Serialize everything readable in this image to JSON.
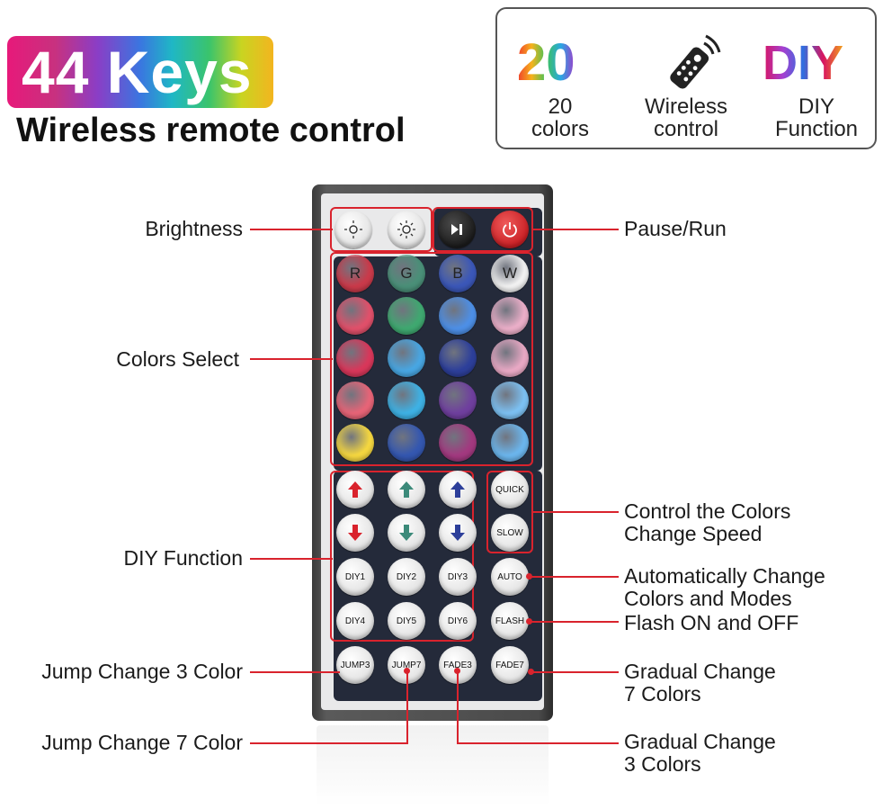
{
  "header": {
    "badge": "44 Keys",
    "subtitle": "Wireless remote control"
  },
  "features": [
    {
      "icon": "20-colors-icon",
      "graphic_text": "20",
      "label_line1": "20",
      "label_line2": "colors"
    },
    {
      "icon": "remote-wireless-icon",
      "label_line1": "Wireless",
      "label_line2": "control"
    },
    {
      "icon": "diy-icon",
      "graphic_text": "DIY",
      "label_line1": "DIY",
      "label_line2": "Function"
    }
  ],
  "callouts": {
    "brightness": "Brightness",
    "colors_select": "Colors Select",
    "diy_function": "DIY Function",
    "jump3": "Jump Change 3 Color",
    "jump7": "Jump Change 7 Color",
    "pause_run": "Pause/Run",
    "speed_line1": "Control the Colors",
    "speed_line2": "Change Speed",
    "auto_line1": "Automatically Change",
    "auto_line2": "Colors and Modes",
    "flash": "Flash ON and OFF",
    "fade7_line1": "Gradual Change",
    "fade7_line2": "7 Colors",
    "fade3_line1": "Gradual Change",
    "fade3_line2": "3 Colors"
  },
  "remote": {
    "color_keys": [
      {
        "label": "R",
        "color": "#c93a4a"
      },
      {
        "label": "G",
        "color": "#4a8f78"
      },
      {
        "label": "B",
        "color": "#3b57b8"
      },
      {
        "label": "W",
        "color": "#f1f1f1"
      },
      {
        "label": "",
        "color": "#e0506a"
      },
      {
        "label": "",
        "color": "#3fa870"
      },
      {
        "label": "",
        "color": "#4d8fe6"
      },
      {
        "label": "",
        "color": "#eaaec8"
      },
      {
        "label": "",
        "color": "#d8375a"
      },
      {
        "label": "",
        "color": "#48a6e2"
      },
      {
        "label": "",
        "color": "#2d3f9a"
      },
      {
        "label": "",
        "color": "#e8a8c4"
      },
      {
        "label": "",
        "color": "#e66477"
      },
      {
        "label": "",
        "color": "#3eb1e4"
      },
      {
        "label": "",
        "color": "#6f3f9e"
      },
      {
        "label": "",
        "color": "#7cc0f2"
      },
      {
        "label": "",
        "color": "#f4d640"
      },
      {
        "label": "",
        "color": "#3457b0"
      },
      {
        "label": "",
        "color": "#a2397f"
      },
      {
        "label": "",
        "color": "#6bb5ec"
      }
    ],
    "arrow_colors": [
      "#d9232d",
      "#3c8a7a",
      "#2d3f9a"
    ],
    "speed_keys": [
      "QUICK",
      "SLOW"
    ],
    "mode_keys": [
      "AUTO",
      "FLASH"
    ],
    "diy_keys": [
      "DIY1",
      "DIY2",
      "DIY3",
      "DIY4",
      "DIY5",
      "DIY6"
    ],
    "bottom_keys": [
      "JUMP3",
      "JUMP7",
      "FADE3",
      "FADE7"
    ],
    "accent": "#d9232d"
  }
}
